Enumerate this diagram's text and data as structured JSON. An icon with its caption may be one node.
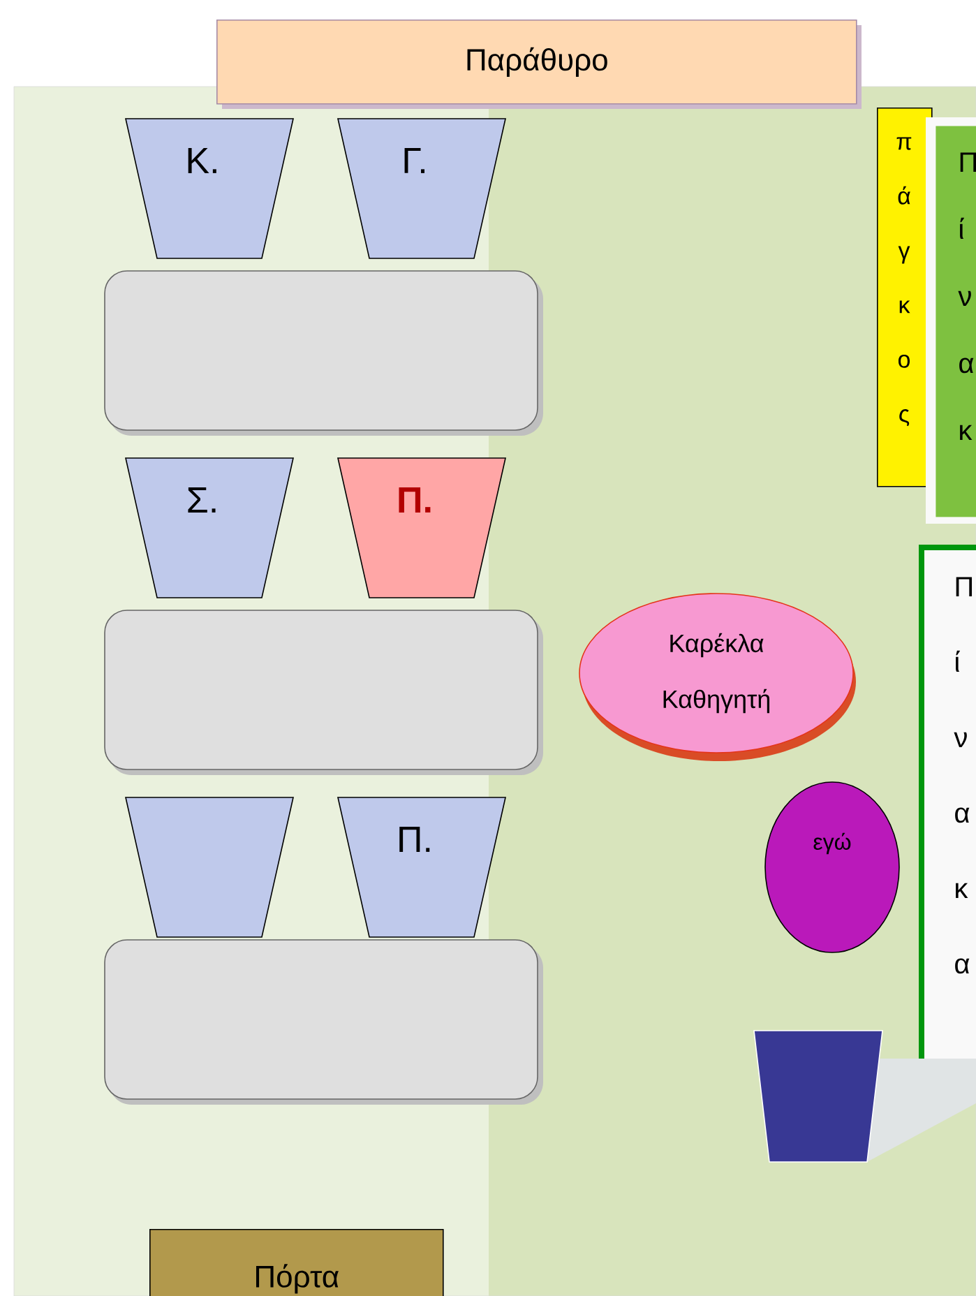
{
  "diagram": {
    "nodes": [
      {
        "text": [
          "Παράθυρο"
        ]
      },
      {
        "text": [
          "Κ."
        ]
      },
      {
        "text": [
          "Γ."
        ]
      },
      {
        "text": [],
        "shape": "box"
      },
      {
        "text": [
          "Σ."
        ]
      },
      {
        "text": [
          "Π."
        ]
      },
      {
        "text": [],
        "shape": "box"
      },
      {
        "text": [],
        "shape": "trapezoid"
      },
      {
        "text": [
          "Π."
        ]
      },
      {
        "text": [],
        "shape": "box"
      },
      {
        "text": [
          "π ά γ κ ο ς"
        ]
      },
      {
        "text": [
          "Π ί ν α κ"
        ]
      },
      {
        "text": [
          "Π ί ν α κ α"
        ]
      },
      {
        "text": [
          "Καρέκλα Καθηγητή"
        ]
      },
      {
        "text": [
          "εγώ"
        ]
      },
      {
        "text": [],
        "shape": "trapezoid"
      },
      {
        "text": [
          "Πόρτα"
        ]
      }
    ],
    "edges": []
  }
}
